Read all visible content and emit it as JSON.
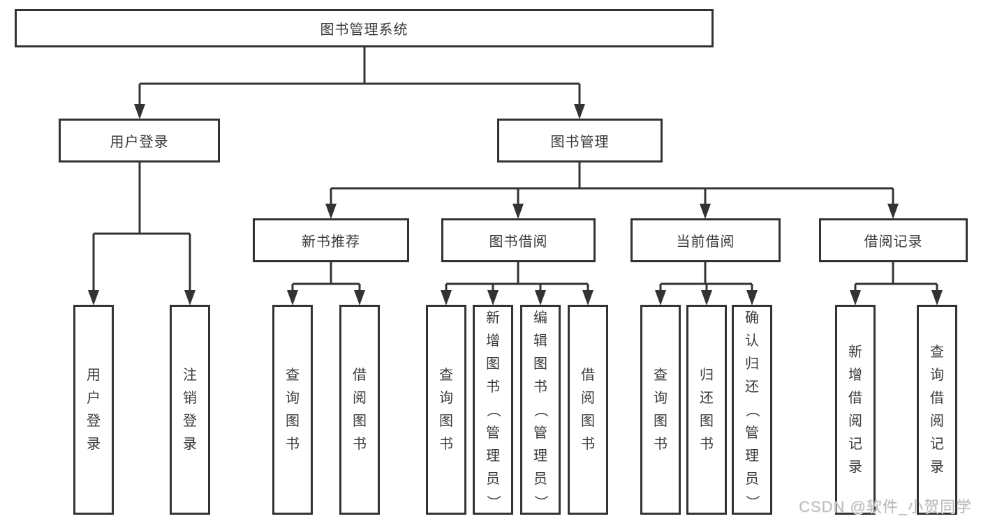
{
  "diagram": {
    "root": {
      "label": "图书管理系统",
      "children": [
        {
          "label": "用户登录",
          "children": [
            {
              "label": "用户登录"
            },
            {
              "label": "注销登录"
            }
          ]
        },
        {
          "label": "图书管理",
          "children": [
            {
              "label": "新书推荐",
              "children": [
                {
                  "label": "查询图书"
                },
                {
                  "label": "借阅图书"
                }
              ]
            },
            {
              "label": "图书借阅",
              "children": [
                {
                  "label": "查询图书"
                },
                {
                  "label": "新增图书（管理员）"
                },
                {
                  "label": "编辑图书（管理员）"
                },
                {
                  "label": "借阅图书"
                }
              ]
            },
            {
              "label": "当前借阅",
              "children": [
                {
                  "label": "查询图书"
                },
                {
                  "label": "归还图书"
                },
                {
                  "label": "确认归还（管理员）"
                }
              ]
            },
            {
              "label": "借阅记录",
              "children": [
                {
                  "label": "新增借阅记录"
                },
                {
                  "label": "查询借阅记录"
                }
              ]
            }
          ]
        }
      ]
    }
  },
  "watermark": {
    "text": "CSDN @软件_小贺同学"
  },
  "colors": {
    "line": "#333333",
    "border": "#333333",
    "text": "#3a3a3a",
    "background": "#ffffff",
    "watermark": "#bdbdbd"
  }
}
